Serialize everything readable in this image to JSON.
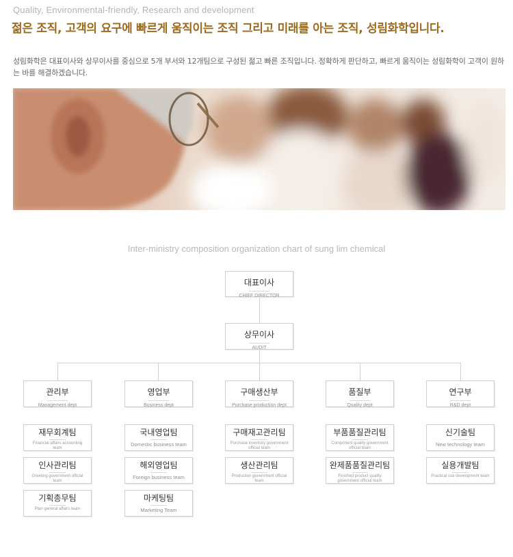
{
  "header": {
    "subtitle": "Quality, Environmental-friendly, Research and development",
    "headline": "젊은 조직, 고객의 요구에 빠르게 움직이는 조직 그리고 미래를 아는 조직, 성림화학입니다.",
    "intro": "성림화학은 대표이사와 상무이사를 중심으로 5개 부서와 12개팀으로 구성된 젊고 빠른 조직입니다. 정확하게 판단하고, 빠르게 움직이는 성림화학이 고객이 원하는 바를 해결하겠습니다."
  },
  "chart": {
    "title": "Inter-ministry composition organization chart of sung lim chemical",
    "director": {
      "ko": "대표이사",
      "en": "CHIEF DIRECTOR"
    },
    "audit": {
      "ko": "상무이사",
      "en": "AUDIT"
    },
    "departments": [
      {
        "ko": "관리부",
        "en": "Management dept",
        "teams": [
          {
            "ko": "재무회계팀",
            "en": "Financial affairs accounting team"
          },
          {
            "ko": "인사관리팀",
            "en": "Greeting government official team"
          },
          {
            "ko": "기획총무팀",
            "en": "Plan general affairs team"
          }
        ]
      },
      {
        "ko": "영업부",
        "en": "Business dept",
        "teams": [
          {
            "ko": "국내영업팀",
            "en": "Domestic business team"
          },
          {
            "ko": "해외영업팀",
            "en": "Foreign business team"
          },
          {
            "ko": "마케팅팀",
            "en": "Marketing Team"
          }
        ]
      },
      {
        "ko": "구매생산부",
        "en": "Purchase production dept",
        "teams": [
          {
            "ko": "구매재고관리팀",
            "en": "Purchase inventory government official team"
          },
          {
            "ko": "생산관리팀",
            "en": "Production government official team"
          }
        ]
      },
      {
        "ko": "품질부",
        "en": "Quality dept",
        "teams": [
          {
            "ko": "부품품질관리팀",
            "en": "Component quality government official team"
          },
          {
            "ko": "완제품품질관리팀",
            "en": "Finished product quality government official team"
          }
        ]
      },
      {
        "ko": "연구부",
        "en": "R&D  dept",
        "teams": [
          {
            "ko": "신기술팀",
            "en": "New technology team"
          },
          {
            "ko": "실용개발팀",
            "en": "Practical use development team"
          }
        ]
      }
    ]
  }
}
